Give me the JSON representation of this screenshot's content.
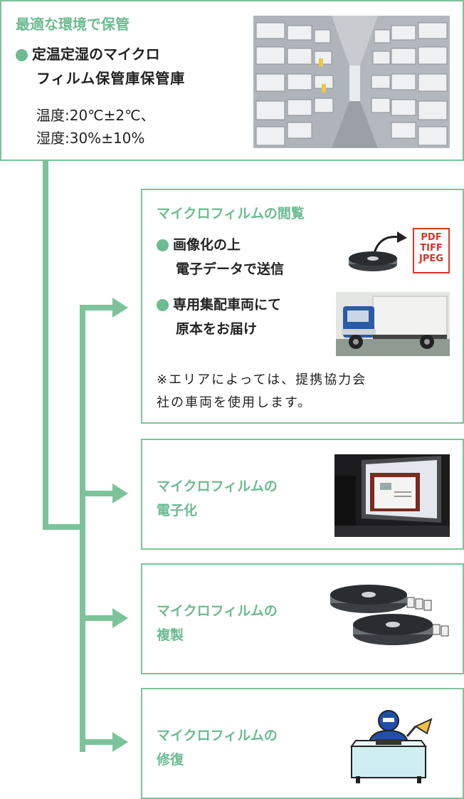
{
  "storage": {
    "title": "最適な環境で保管",
    "bullet_line1": "定温定湿のマイクロ",
    "bullet_line2": "フィルム保管庫保管庫",
    "temp": "温度:20℃±2℃、",
    "humidity": "湿度:30%±10%"
  },
  "viewing": {
    "title": "マイクロフィルムの閲覧",
    "item1_line1": "画像化の上",
    "item1_line2": "電子データで送信",
    "formats": [
      "PDF",
      "TIFF",
      "JPEG"
    ],
    "item2_line1": "専用集配車両にて",
    "item2_line2": "原本をお届け",
    "note_line1": "※エリアによっては、提携協力会",
    "note_line2": "社の車両を使用します。"
  },
  "digitize": {
    "line1": "マイクロフィルムの",
    "line2": "電子化"
  },
  "duplicate": {
    "line1": "マイクロフィルムの",
    "line2": "複製"
  },
  "repair": {
    "line1": "マイクロフィルムの",
    "line2": "修復"
  },
  "colors": {
    "accent": "#7cc39a",
    "text_green": "#6dbb91",
    "pdf_red": "#d8352a"
  }
}
